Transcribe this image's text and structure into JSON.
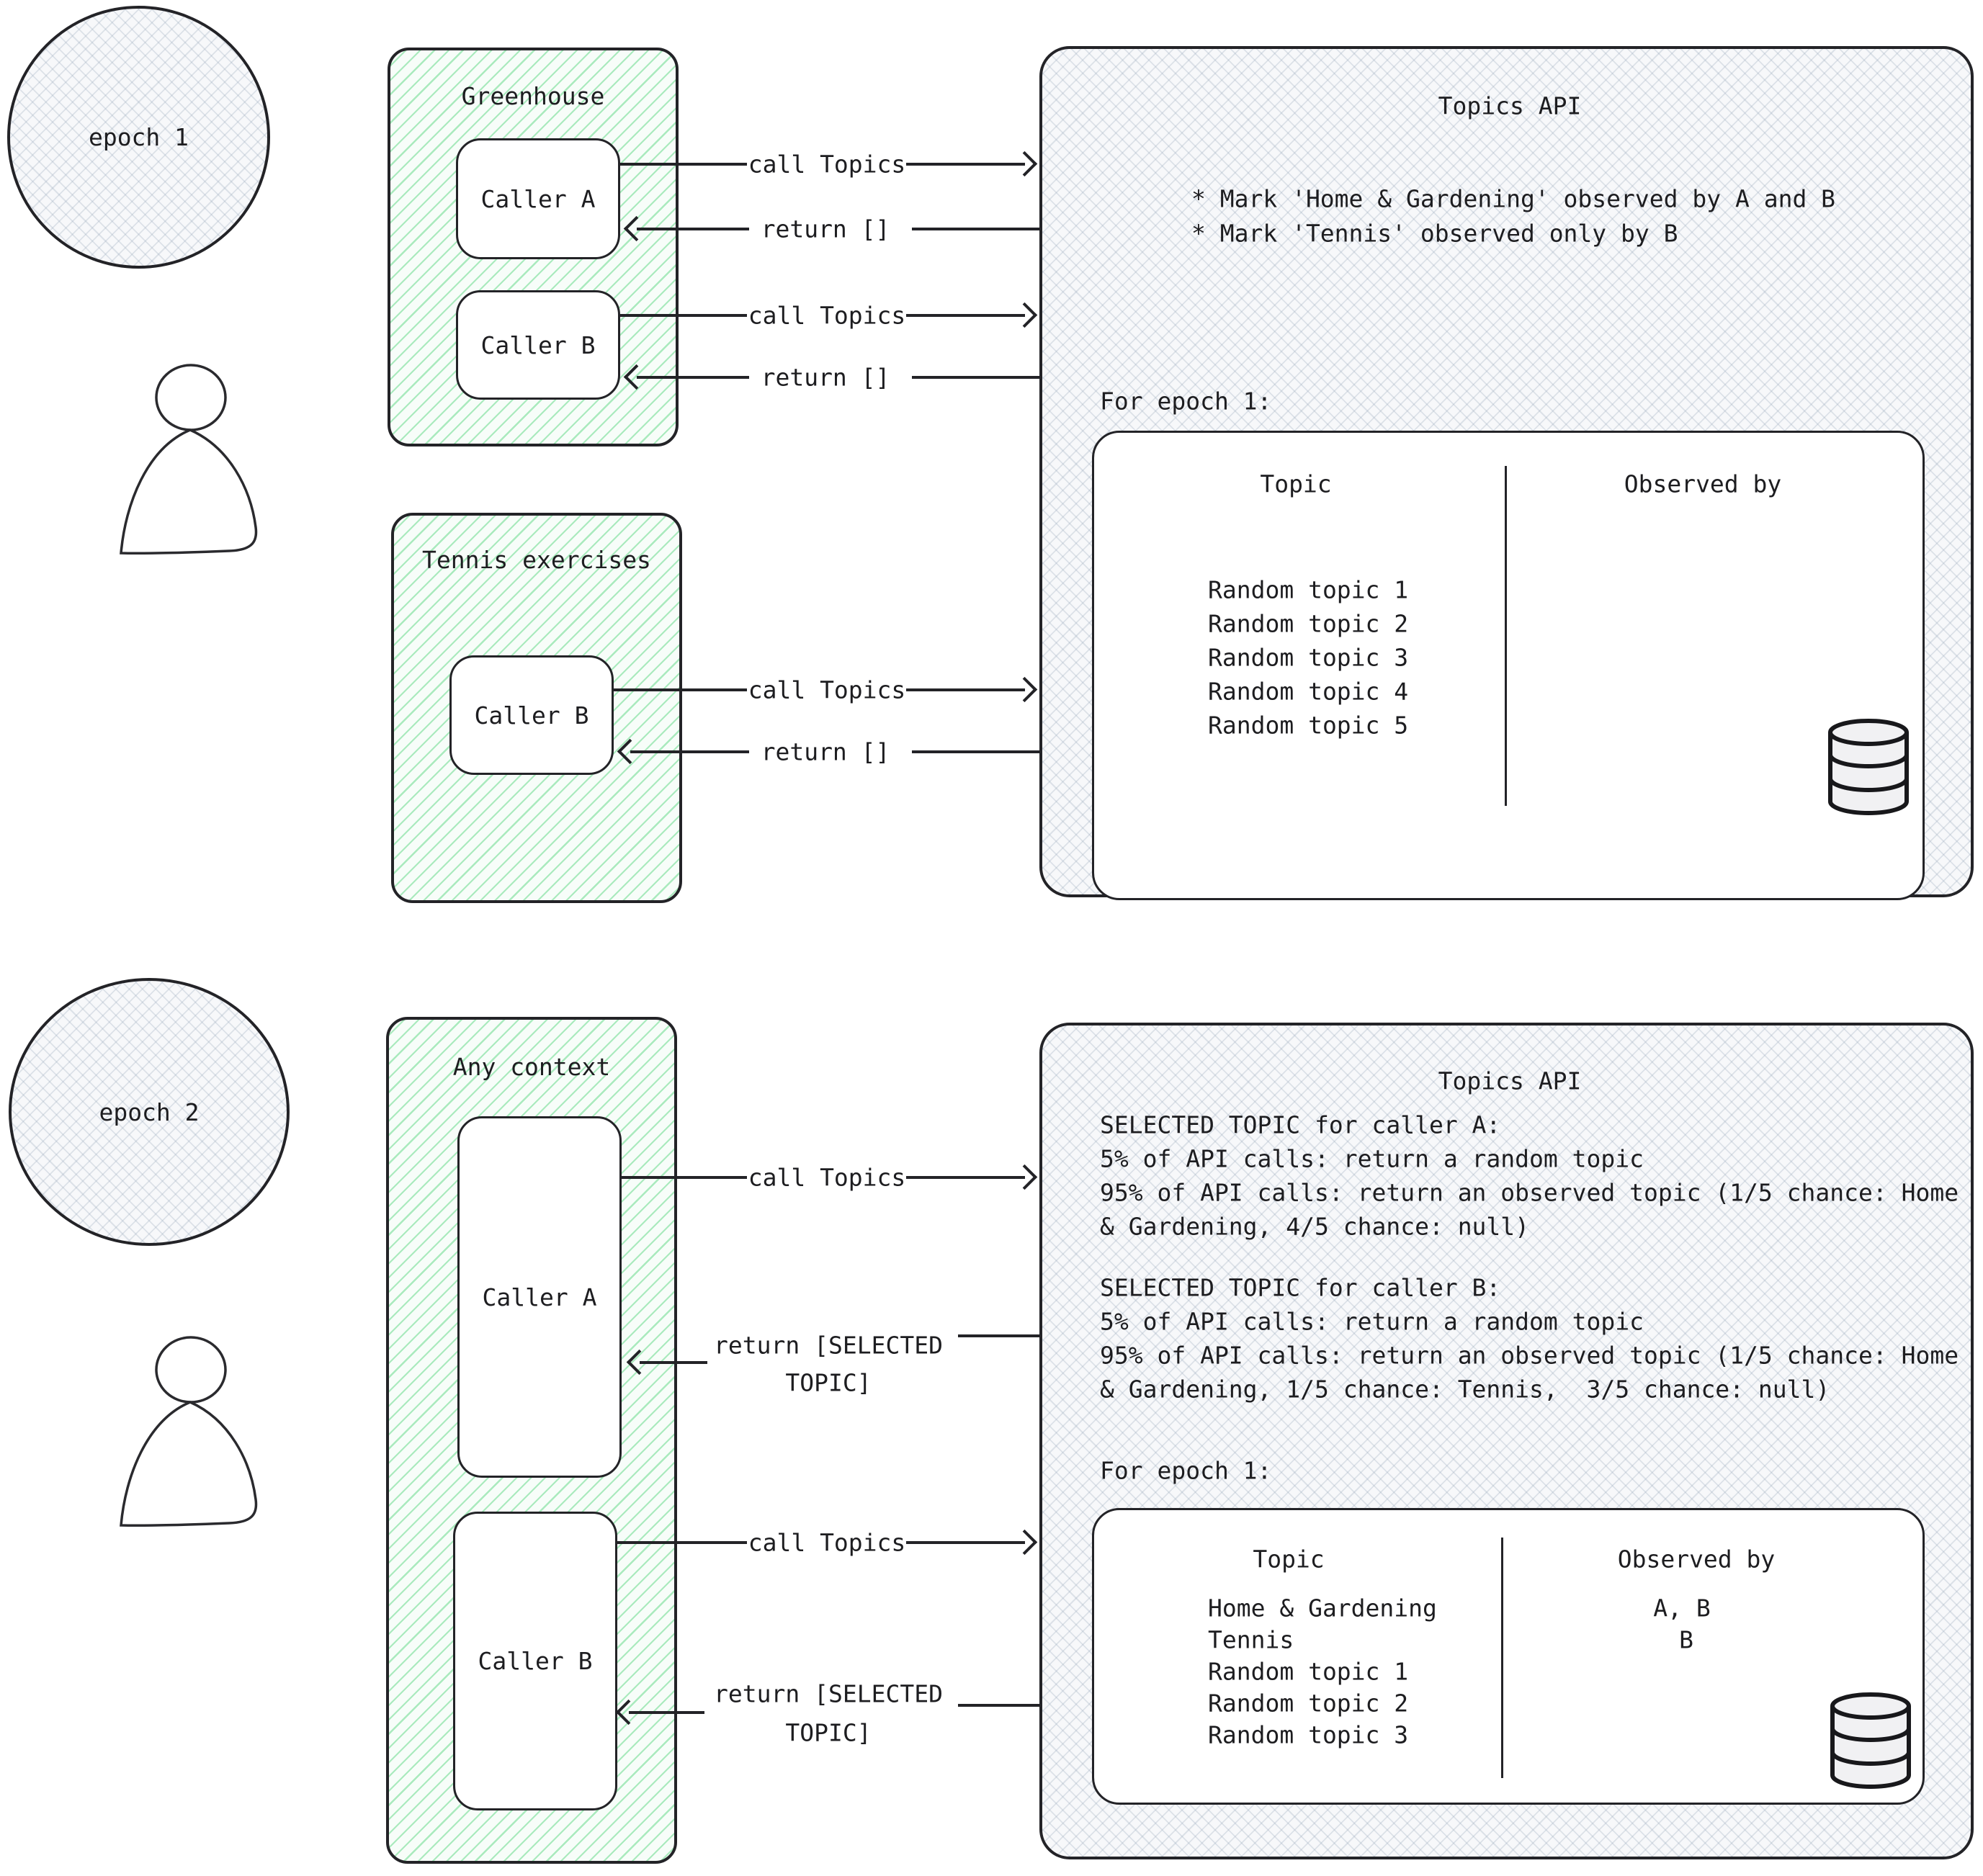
{
  "colors": {
    "outline": "#232327",
    "text": "#1d1d20",
    "green_hatch": "#69db8c",
    "green_bg": "#f7fdf9",
    "gray_hatch": "#9eadbe",
    "gray_bg": "#f7f8fa",
    "caller_bg": "#ffffff"
  },
  "labels": {
    "call": "call Topics",
    "return_empty": "return []",
    "return_selected_l1": "return [SELECTED",
    "return_selected_l2": "TOPIC]"
  },
  "epoch1": {
    "badge": "epoch 1",
    "greenhouse_title": "Greenhouse",
    "caller_a": "Caller A",
    "caller_b": "Caller B",
    "tennis_title": "Tennis exercises",
    "tennis_caller_b": "Caller B",
    "api": {
      "title": "Topics API",
      "note1": "* Mark 'Home & Gardening' observed by A and B",
      "note2": "* Mark 'Tennis' observed only by B",
      "epoch_heading": "For epoch 1:",
      "table": {
        "col_topic": "Topic",
        "col_observed": "Observed by",
        "rows": [
          {
            "topic": "Random topic 1",
            "observed": ""
          },
          {
            "topic": "Random topic 2",
            "observed": ""
          },
          {
            "topic": "Random topic 3",
            "observed": ""
          },
          {
            "topic": "Random topic 4",
            "observed": ""
          },
          {
            "topic": "Random topic 5",
            "observed": ""
          }
        ]
      }
    }
  },
  "epoch2": {
    "badge": "epoch 2",
    "context_title": "Any context",
    "caller_a": "Caller A",
    "caller_b": "Caller B",
    "api": {
      "title": "Topics API",
      "selected_a": [
        "SELECTED TOPIC for caller A:",
        "5% of API calls: return a random topic",
        "95% of API calls: return an observed topic (1/5 chance: Home",
        "& Gardening, 4/5 chance: null)"
      ],
      "selected_b": [
        "SELECTED TOPIC for caller B:",
        "5% of API calls: return a random topic",
        "95% of API calls: return an observed topic (1/5 chance: Home",
        "& Gardening, 1/5 chance: Tennis,  3/5 chance: null)"
      ],
      "epoch_heading": "For epoch 1:",
      "table": {
        "col_topic": "Topic",
        "col_observed": "Observed by",
        "rows": [
          {
            "topic": "Home & Gardening",
            "observed": "A, B"
          },
          {
            "topic": "Tennis",
            "observed": "B"
          },
          {
            "topic": "Random topic 1",
            "observed": ""
          },
          {
            "topic": "Random topic 2",
            "observed": ""
          },
          {
            "topic": "Random topic 3",
            "observed": ""
          }
        ]
      }
    }
  }
}
